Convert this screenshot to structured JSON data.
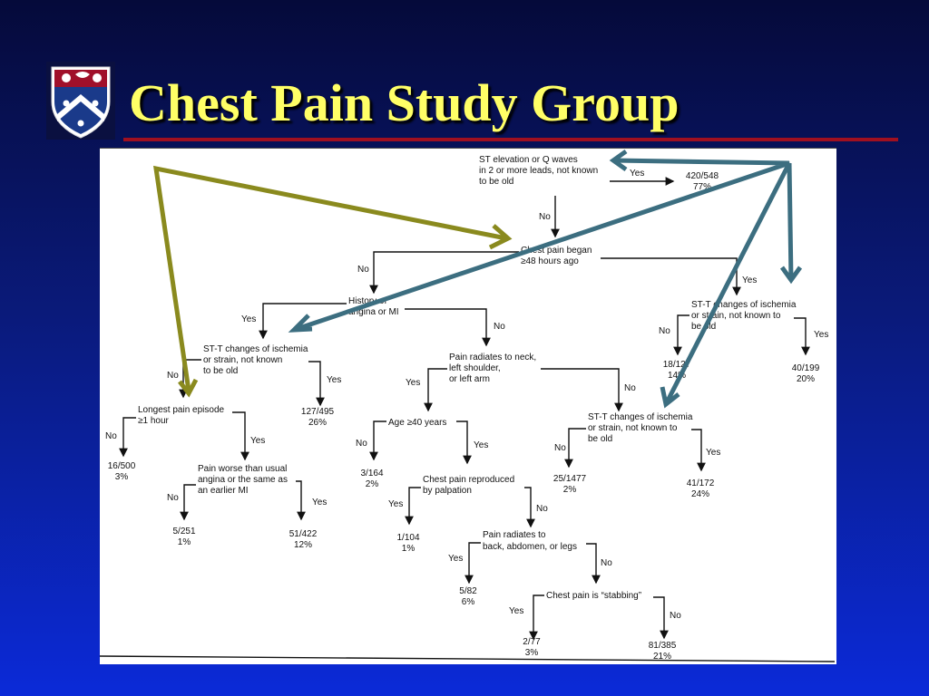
{
  "slide": {
    "title": "Chest Pain Study Group"
  },
  "logo": {
    "icon": "university-shield-logo",
    "colors": {
      "crest": "#a0102a",
      "field": "#1a3a8a",
      "chevron": "#ffffff"
    }
  },
  "tree": {
    "root": {
      "line1": "ST elevation or Q waves",
      "line2": "in 2 or more leads, not known",
      "line3": "to be old",
      "yes": "Yes",
      "no": "No",
      "value": "420/548",
      "pct": "77%"
    },
    "chest_pain_48": {
      "line1": "Chest pain began",
      "line2": "≥48 hours ago",
      "yes": "Yes",
      "no": "No"
    },
    "stt_right": {
      "line1": "ST-T changes of ischemia",
      "line2": "or strain, not known to",
      "line3": "be old",
      "yes": "Yes",
      "no": "No",
      "no_value": "18/127",
      "no_pct": "14%",
      "yes_value": "40/199",
      "yes_pct": "20%"
    },
    "history": {
      "line1": "History of",
      "line2": "angina or MI",
      "yes": "Yes",
      "no": "No"
    },
    "stt_left": {
      "line1": "ST-T changes of ischemia",
      "line2": "or strain, not known",
      "line3": "to be old",
      "yes": "Yes",
      "no": "No",
      "yes_value": "127/495",
      "yes_pct": "26%"
    },
    "longest": {
      "line1": "Longest pain episode",
      "line2": "≥1 hour",
      "yes": "Yes",
      "no": "No",
      "no_value": "16/500",
      "no_pct": "3%"
    },
    "worse": {
      "line1": "Pain worse than usual",
      "line2": "angina or the same as",
      "line3": "an earlier MI",
      "yes": "Yes",
      "no": "No",
      "no_value": "5/251",
      "no_pct": "1%",
      "yes_value": "51/422",
      "yes_pct": "12%"
    },
    "radiates_neck": {
      "line1": "Pain radiates to neck,",
      "line2": "left shoulder,",
      "line3": "or left arm",
      "yes": "Yes",
      "no": "No"
    },
    "age": {
      "line1": "Age ≥40 years",
      "yes": "Yes",
      "no": "No",
      "no_value": "3/164",
      "no_pct": "2%"
    },
    "reproduced": {
      "line1": "Chest pain reproduced",
      "line2": "by palpation",
      "yes": "Yes",
      "no": "No",
      "yes_value": "1/104",
      "yes_pct": "1%"
    },
    "radiates_back": {
      "line1": "Pain radiates to",
      "line2": "back, abdomen, or legs",
      "yes": "Yes",
      "no": "No",
      "yes_value": "5/82",
      "yes_pct": "6%"
    },
    "stabbing": {
      "line1": "Chest pain is “stabbing”",
      "yes": "Yes",
      "no": "No",
      "yes_value": "2/77",
      "yes_pct": "3%",
      "no_value": "81/385",
      "no_pct": "21%"
    },
    "stt_mid": {
      "line1": "ST-T changes of ischemia",
      "line2": "or strain, not known to",
      "line3": "be old",
      "yes": "Yes",
      "no": "No",
      "no_value": "25/1477",
      "no_pct": "2%",
      "yes_value": "41/172",
      "yes_pct": "24%"
    }
  },
  "annotations": {
    "olive_color": "#8a8a1e",
    "steel_color": "#3c6e80"
  }
}
